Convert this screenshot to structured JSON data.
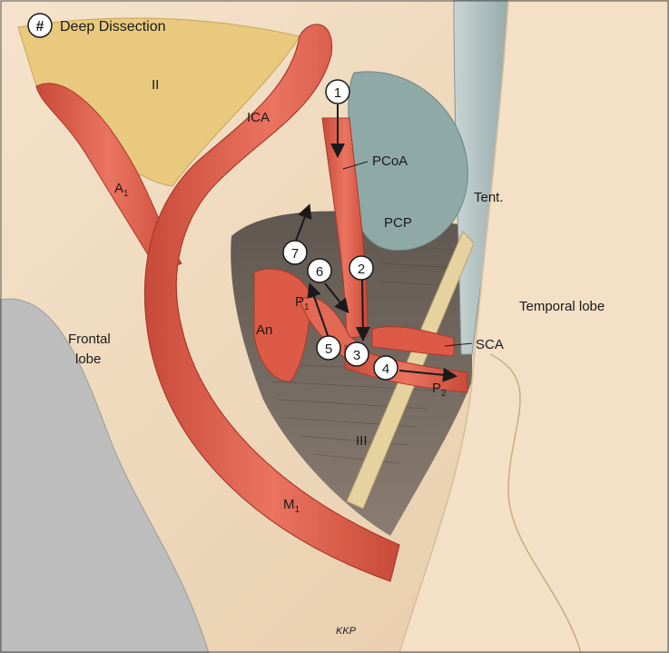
{
  "header": {
    "badge": "#",
    "title": "Deep Dissection"
  },
  "labels": {
    "optic_nerve": "II",
    "ica": "ICA",
    "a1_base": "A",
    "a1_sub": "1",
    "pcoa": "PCoA",
    "pcp": "PCP",
    "tent": "Tent.",
    "temporal_lobe": "Temporal lobe",
    "frontal_lobe_1": "Frontal",
    "frontal_lobe_2": "lobe",
    "an": "An",
    "p1_base": "P",
    "p1_sub": "1",
    "p2_base": "P",
    "p2_sub": "2",
    "sca": "SCA",
    "oculomotor": "III",
    "m1_base": "M",
    "m1_sub": "1",
    "signature": "KKP"
  },
  "steps": [
    "1",
    "2",
    "3",
    "4",
    "5",
    "6",
    "7"
  ],
  "colors": {
    "artery": "#e0604c",
    "artery_dark": "#b8402f",
    "optic_nerve": "#e6c57a",
    "brain": "#f1dcc0",
    "tentorium": "#a9bcbc",
    "pcp": "#8fa9a7",
    "deep": "#6e625a",
    "nerve": "#e3cf9a",
    "retractor": "#b9b9b9"
  }
}
